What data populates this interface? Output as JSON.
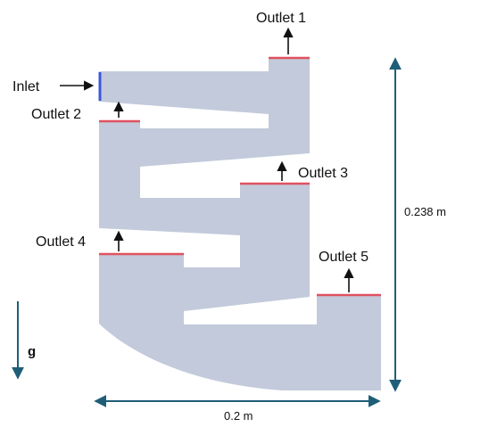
{
  "labels": {
    "inlet": "Inlet",
    "outlet1": "Outlet 1",
    "outlet2": "Outlet 2",
    "outlet3": "Outlet 3",
    "outlet4": "Outlet 4",
    "outlet5": "Outlet 5",
    "height": "0.238 m",
    "width": "0.2 m",
    "gravity": "g"
  },
  "colors": {
    "domain_fill": "#c2cadb",
    "outlet_boundary": "#e0525f",
    "inlet_boundary": "#3d55e0",
    "dimension_arrow": "#1f5e78",
    "flow_arrow": "#111111"
  }
}
